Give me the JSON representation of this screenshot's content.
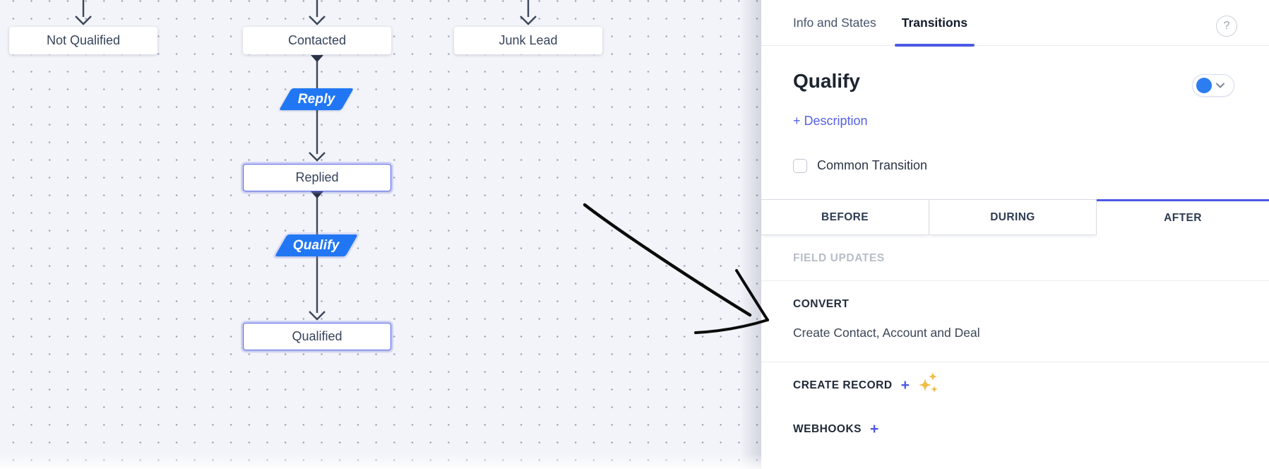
{
  "canvas": {
    "nodes": [
      {
        "label": "Not Qualified",
        "selected": false
      },
      {
        "label": "Contacted",
        "selected": false
      },
      {
        "label": "Junk Lead",
        "selected": false
      },
      {
        "label": "Replied",
        "selected": true
      },
      {
        "label": "Qualified",
        "selected": true
      }
    ],
    "transitions": [
      {
        "label": "Reply"
      },
      {
        "label": "Qualify"
      }
    ],
    "badge_color": "#2177f3",
    "selected_border_color": "#5a67e8"
  },
  "panel": {
    "tabs": [
      {
        "label": "Info and States",
        "active": false
      },
      {
        "label": "Transitions",
        "active": true
      }
    ],
    "help_icon_glyph": "?",
    "title": "Qualify",
    "description_link": "+ Description",
    "toggle": {
      "state": "on",
      "color": "#2b7df0"
    },
    "common_transition": {
      "label": "Common Transition",
      "checked": false
    },
    "stage_tabs": [
      {
        "label": "BEFORE",
        "active": false
      },
      {
        "label": "DURING",
        "active": false
      },
      {
        "label": "AFTER",
        "active": true
      }
    ],
    "sections": {
      "field_updates": {
        "label": "FIELD UPDATES"
      },
      "convert": {
        "label": "CONVERT",
        "value": "Create Contact, Account and Deal"
      },
      "create_record": {
        "label": "CREATE RECORD",
        "add_label": "+"
      },
      "webhooks": {
        "label": "WEBHOOKS",
        "add_label": "+"
      }
    },
    "accent_color": "#4c5ae4",
    "sparkle_color": "#f0bc42"
  }
}
